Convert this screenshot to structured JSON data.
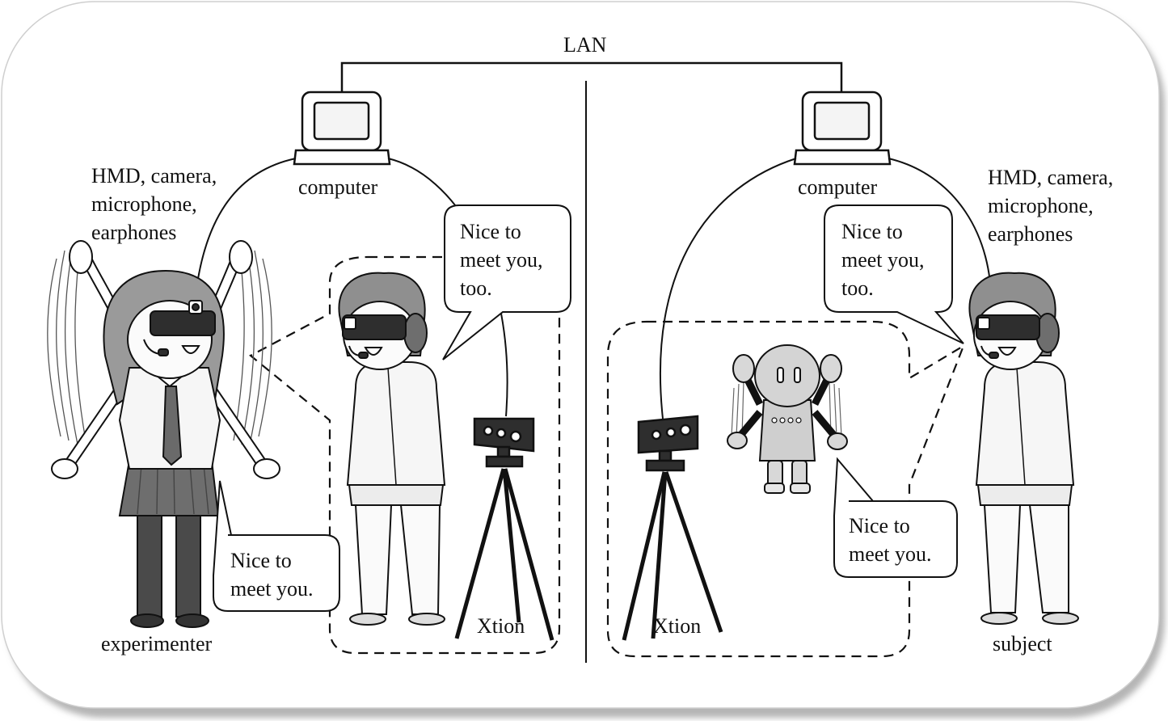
{
  "network": {
    "label": "LAN"
  },
  "left": {
    "computer_label": "computer",
    "devices": [
      "HMD, camera,",
      "microphone,",
      "earphones"
    ],
    "sensor_label": "Xtion",
    "person_label": "experimenter",
    "speech_experimenter": [
      "Nice to",
      "meet you."
    ],
    "speech_avatar": [
      "Nice to",
      "meet you,",
      "too."
    ]
  },
  "right": {
    "computer_label": "computer",
    "devices": [
      "HMD, camera,",
      "microphone,",
      "earphones"
    ],
    "sensor_label": "Xtion",
    "person_label": "subject",
    "speech_subject": [
      "Nice to",
      "meet you,",
      "too."
    ],
    "speech_robot": [
      "Nice to",
      "meet you."
    ]
  },
  "colors": {
    "line": "#111111",
    "panel": "#ffffff",
    "shadow": "#b0b0b0",
    "device": "#2e2e2e",
    "cloth_light": "#f6f6f6",
    "skirt": "#6e6e6e"
  }
}
